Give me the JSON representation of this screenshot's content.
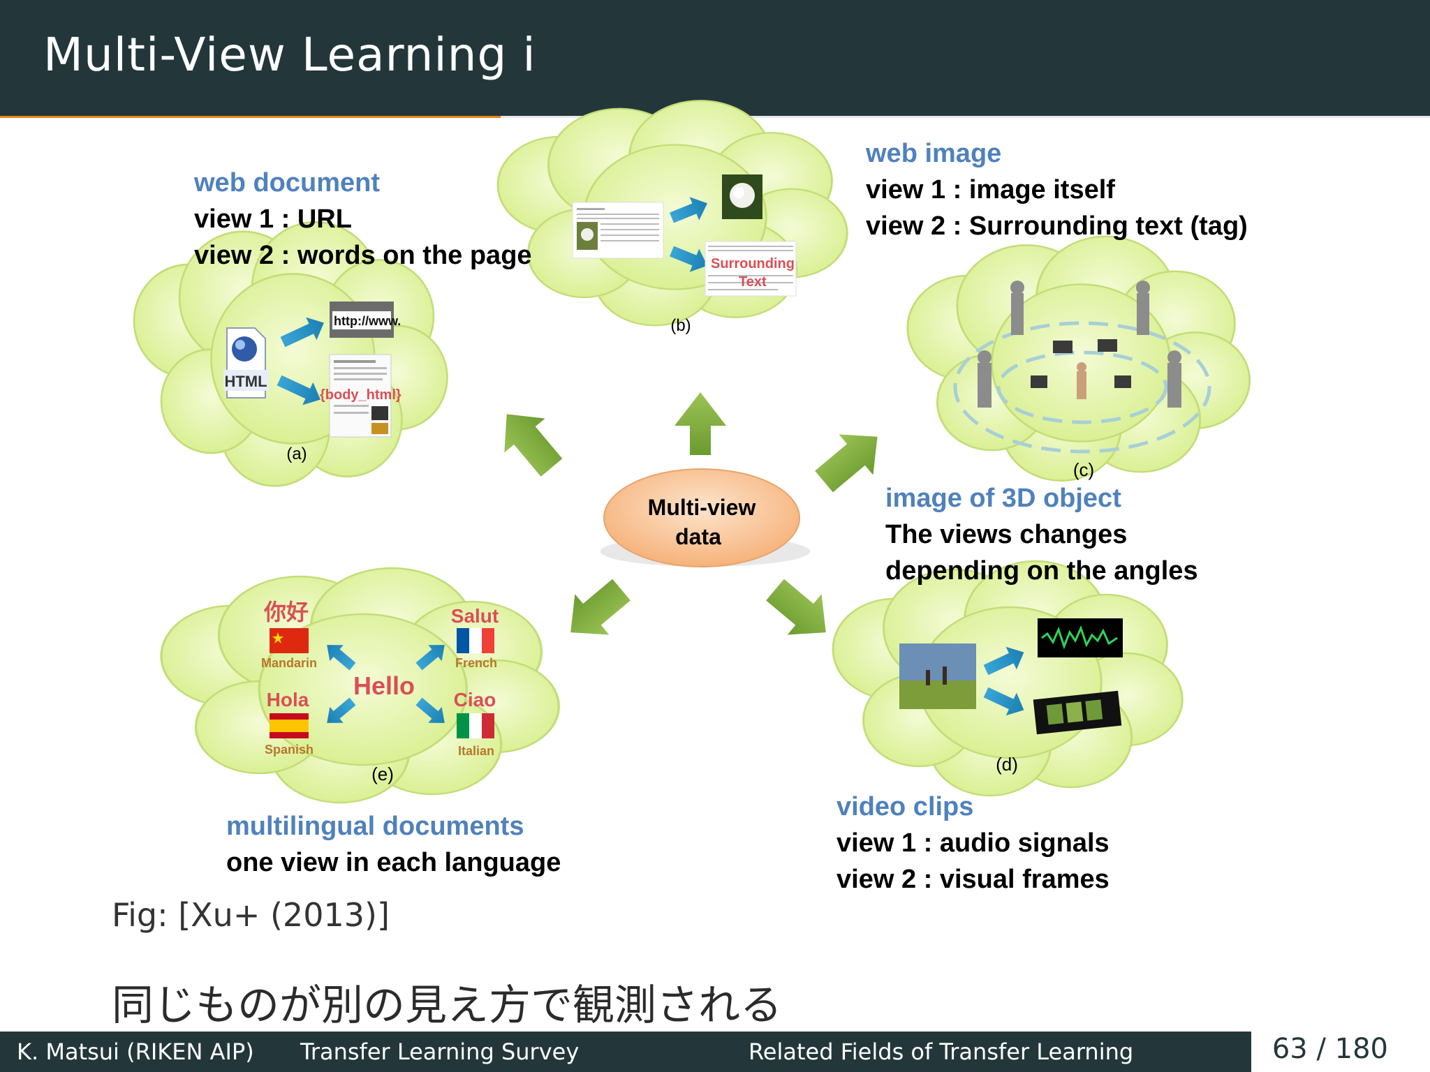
{
  "slide": {
    "title": "Multi-View Learning i",
    "caption": "Fig: [Xu+ (2013)]",
    "japanese_text": "同じものが別の見え方で観測される"
  },
  "figure": {
    "center_label_line1": "Multi-view",
    "center_label_line2": "data",
    "panel_a": {
      "letter": "(a)",
      "heading": "web document",
      "view1": "view 1 : URL",
      "view2": "view 2 : words on the page",
      "icon_text": "HTML",
      "url_text": "http://www.",
      "body_text": "{body_html}"
    },
    "panel_b": {
      "letter": "(b)",
      "heading": "web image",
      "view1": "view 1 : image itself",
      "view2": "view 2 : Surrounding text (tag)",
      "surrounding": "Surrounding",
      "text_word": "Text"
    },
    "panel_c": {
      "letter": "(c)",
      "heading": "image of 3D object",
      "line1": "The views changes",
      "line2": "depending on the angles"
    },
    "panel_d": {
      "letter": "(d)",
      "heading": "video clips",
      "view1": "view 1 : audio signals",
      "view2": "view 2 : visual frames"
    },
    "panel_e": {
      "letter": "(e)",
      "heading": "multilingual documents",
      "line1": "one view in each language",
      "hello": "Hello",
      "greetings": [
        {
          "word": "你好",
          "language": "Mandarin"
        },
        {
          "word": "Salut",
          "language": "French"
        },
        {
          "word": "Hola",
          "language": "Spanish"
        },
        {
          "word": "Ciao",
          "language": "Italian"
        }
      ]
    }
  },
  "footer": {
    "author": "K. Matsui (RIKEN AIP)",
    "talk": "Transfer Learning Survey",
    "section": "Related Fields of Transfer Learning",
    "page": "63 / 180"
  },
  "colors": {
    "titlebar": "#23373b",
    "accent": "#eb811b",
    "heading_blue": "#4f81bd",
    "cloud_fill": "#e4f4a8",
    "arrow_green": "#7daa3c"
  }
}
